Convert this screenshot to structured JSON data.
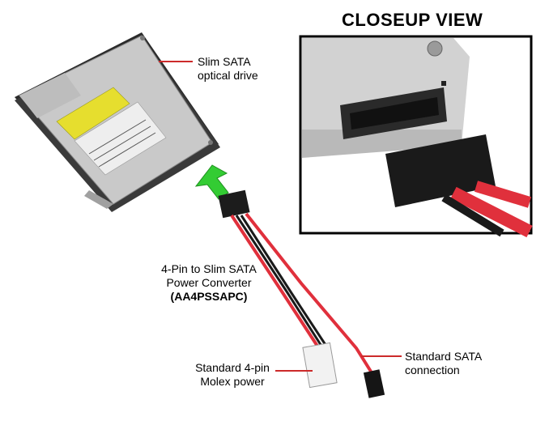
{
  "closeup_title": "CLOSEUP VIEW",
  "labels": {
    "drive_line1": "Slim SATA",
    "drive_line2": "optical drive",
    "converter_line1": "4-Pin to Slim SATA",
    "converter_line2": "Power Converter",
    "converter_part": "(AA4PSSAPC)",
    "molex_line1": "Standard 4-pin",
    "molex_line2": "Molex power",
    "sata_line1": "Standard SATA",
    "sata_line2": "connection"
  },
  "colors": {
    "leader_line": "#cc2a2a",
    "arrow": "#22bb22",
    "cable_red": "#e0303c",
    "cable_black": "#1a1a1a",
    "drive_body": "#c9c9c9",
    "drive_label": "#e8e030"
  }
}
